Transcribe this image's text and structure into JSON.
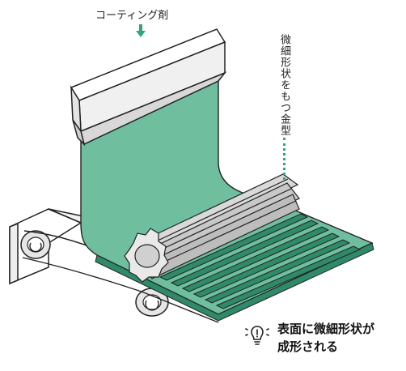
{
  "labels": {
    "coating_agent": "コーティング剤",
    "mold": "微細形状をもつ金型",
    "result_line1": "表面に微細形状が",
    "result_line2": "成形される"
  },
  "colors": {
    "film": "#6fbf9f",
    "film_dark": "#2f8a69",
    "stroke": "#222222",
    "accent": "#2ea77a",
    "roller": "#e6e6e6"
  },
  "icons": {
    "arrow": "down-arrow-icon",
    "bulb": "lightbulb-icon"
  }
}
